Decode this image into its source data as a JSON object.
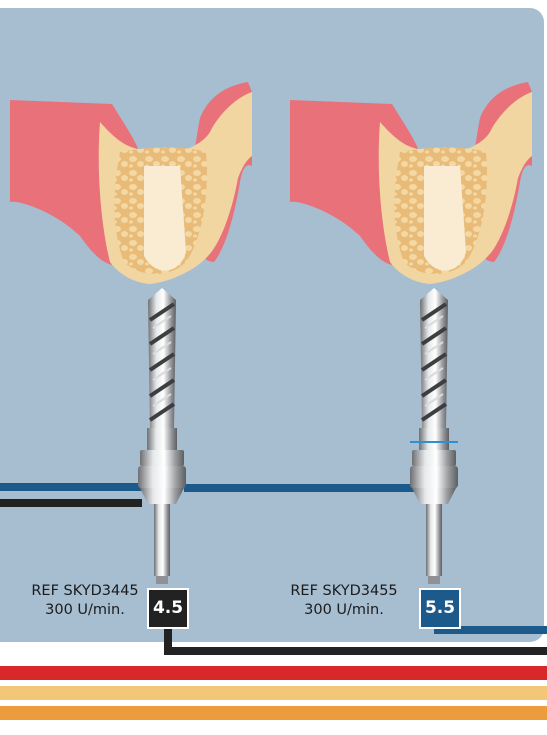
{
  "drills": [
    {
      "ref": "REF SKYD3445",
      "speed": "300 U/min.",
      "diameter": "4.5",
      "badge_color": "#222222"
    },
    {
      "ref": "REF SKYD3455",
      "speed": "300 U/min.",
      "diameter": "5.5",
      "badge_color": "#1d5a8c"
    }
  ],
  "colors": {
    "panel": "#a7bdd0",
    "gum": "#e8717a",
    "bone": "#f2d6a2",
    "cancellous": "#e8bb78",
    "socket": "#f9ecd3",
    "line_blue": "#1d5a8c",
    "line_black": "#222222",
    "stripe_red": "#d8282a",
    "stripe_yellow": "#f2c777",
    "stripe_orange": "#ec9b3d"
  }
}
